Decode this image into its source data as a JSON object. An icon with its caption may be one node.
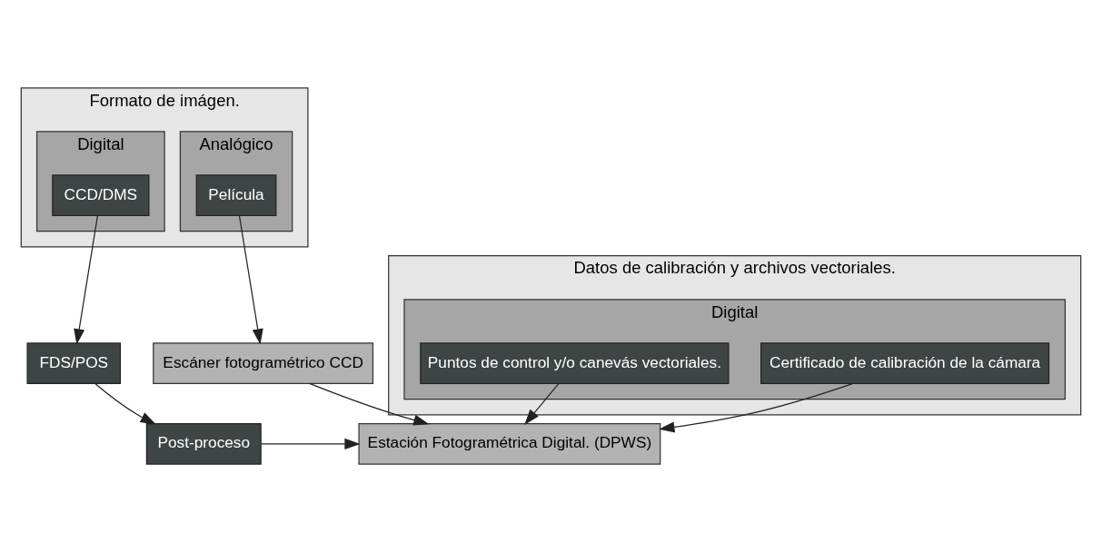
{
  "diagram": {
    "nodes": [
      {
        "text": [
          "Formato de imágen."
        ]
      },
      {
        "text": [
          "Digital"
        ],
        "in": 0
      },
      {
        "text": [
          "CCD/DMS"
        ],
        "in": 1
      },
      {
        "text": [
          "Analógico"
        ],
        "in": 0
      },
      {
        "text": [
          "Película"
        ],
        "in": 3
      },
      {
        "text": [
          "Datos de calibración y archivos vectoriales."
        ]
      },
      {
        "text": [
          "Digital"
        ],
        "in": 5
      },
      {
        "text": [
          "Certificado de calibración de la cámara"
        ],
        "in": 6
      },
      {
        "text": [
          "Puntos de control y/o canevás vectoriales."
        ],
        "in": 6
      },
      {
        "text": [
          "FDS/POS"
        ]
      },
      {
        "text": [
          "Escáner fotogramétrico CCD"
        ]
      },
      {
        "text": [
          "Post-proceso"
        ]
      },
      {
        "text": [
          "Estación Fotogramétrica Digital. (DPWS)"
        ]
      }
    ],
    "edges": [
      {
        "from": 2,
        "to": 9,
        "arrow": "to"
      },
      {
        "from": 4,
        "to": 10,
        "arrow": "to"
      },
      {
        "from": 9,
        "to": 11,
        "arrow": "to"
      },
      {
        "from": 10,
        "to": 12,
        "arrow": "to"
      },
      {
        "from": 11,
        "to": 12,
        "arrow": "to"
      },
      {
        "from": 7,
        "to": 12,
        "arrow": "to"
      },
      {
        "from": 8,
        "to": 12,
        "arrow": "to"
      }
    ]
  }
}
